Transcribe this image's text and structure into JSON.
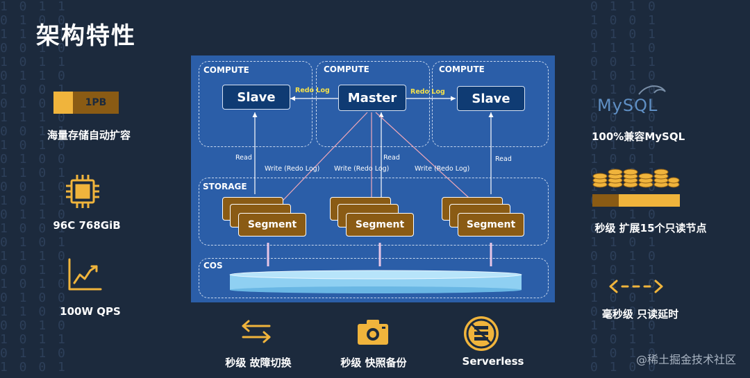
{
  "title": "架构特性",
  "left_features": [
    {
      "icon": "storage-bar-icon",
      "badge": "1PB",
      "label": "海量存储自动扩容"
    },
    {
      "icon": "cpu-chip-icon",
      "label": "96C 768GiB"
    },
    {
      "icon": "trend-chart-icon",
      "label": "100W QPS"
    }
  ],
  "right_features": [
    {
      "icon": "mysql-logo-icon",
      "logo_text": "MySQL",
      "label": "100%兼容MySQL"
    },
    {
      "icon": "coin-stack-icon",
      "label": "秒级 扩展15个只读节点"
    },
    {
      "icon": "latency-arrows-icon",
      "label": "毫秒级 只读延时"
    }
  ],
  "bottom_features": [
    {
      "icon": "switch-arrows-icon",
      "label": "秒级 故障切换"
    },
    {
      "icon": "camera-icon",
      "label": "秒级 快照备份"
    },
    {
      "icon": "serverless-icon",
      "label": "Serverless"
    }
  ],
  "diagram": {
    "compute_label": "COMPUTE",
    "storage_label": "STORAGE",
    "cos_label": "COS",
    "master": "Master",
    "slave": "Slave",
    "segment": "Segment",
    "redo_log": "Redo Log",
    "read": "Read",
    "write_redo": "Write (Redo Log)"
  },
  "colors": {
    "background": "#1c2a3d",
    "diagram_bg": "#2b5ea8",
    "node_bg": "#0f3b73",
    "segment_bg": "#8a5b14",
    "accent_gold": "#f0b43c",
    "redo_yellow": "#f3e04b"
  },
  "watermark": "@稀土掘金技术社区"
}
